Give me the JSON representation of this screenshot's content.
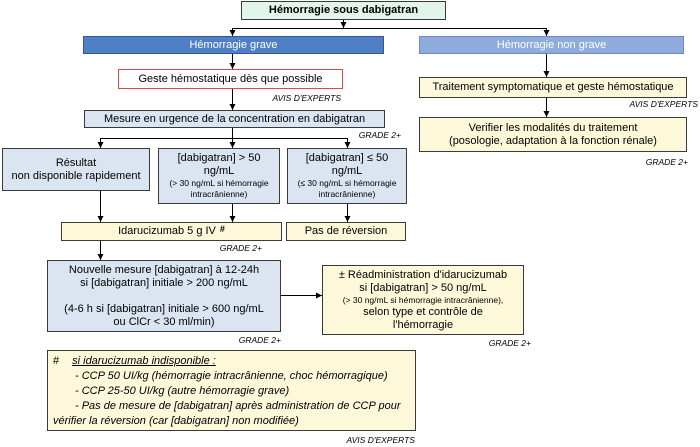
{
  "colors": {
    "root_bg": "#e2f5ec",
    "grave_bg": "#4f7fc4",
    "non_grave_bg": "#8eabdc",
    "measure_bg": "#dbe5f2",
    "action_bg": "#fdf8da",
    "alert_border": "#e04848"
  },
  "nodes": {
    "root": {
      "text": "Hémorragie sous dabigatran"
    },
    "grave": {
      "text": "Hémorragie grave"
    },
    "non_grave": {
      "text": "Hémorragie non grave"
    },
    "geste": {
      "text": "Geste hémostatique dès que possible"
    },
    "mesure": {
      "text": "Mesure en urgence de la concentration en dabigatran"
    },
    "non_disponible": {
      "lines": [
        "Résultat",
        "non disponible rapidement"
      ]
    },
    "superieur_50": {
      "lines": [
        "[dabigatran] > 50",
        "ng/mL"
      ],
      "note": [
        "(> 30 ng/mL si hémorragie",
        "intracrânienne)"
      ]
    },
    "inferieur_50": {
      "lines": [
        "[dabigatran] ≤ 50",
        "ng/mL"
      ],
      "note": [
        "(≤ 30 ng/mL si hémorragie",
        "intracrânienne)"
      ]
    },
    "idarucizumab": {
      "text": "Idarucizumab 5 g IV",
      "mark": "#"
    },
    "pas_reversion": {
      "text": "Pas de réversion"
    },
    "nouvelle_mesure": {
      "lines": [
        "Nouvelle mesure [dabigatran] à 12-24h",
        "si [dabigatran] initiale > 200 ng/mL",
        "(4-6 h si [dabigatran] initiale > 600 ng/mL",
        "ou ClCr < 30 ml/min)"
      ]
    },
    "readministration": {
      "lines": [
        "± Réadministration d'idarucizumab",
        "si [dabigatran] > 50 ng/mL"
      ],
      "note": "(> 30 ng/mL si hémorragie intracrânienne),",
      "lines_after": [
        "selon type et contrôle de",
        "l'hémorragie"
      ]
    },
    "traitement": {
      "text": "Traitement symptomatique et geste hémostatique"
    },
    "verifier": {
      "lines": [
        "Verifier les modalités du traitement",
        "(posologie, adaptation à la fonction rénale)"
      ]
    }
  },
  "evidence": {
    "geste": "AVIS D'EXPERTS",
    "mesure": "GRADE 2+",
    "idarucizumab": "GRADE 2+",
    "nouvelle_mesure": "GRADE 2+",
    "readministration": "GRADE 2+",
    "traitement": "AVIS D'EXPERTS",
    "verifier": "GRADE 2+",
    "footnote": "AVIS D'EXPERTS"
  },
  "footnote": {
    "mark": "#",
    "heading": "si idarucizumab indisponible :",
    "lines": [
      "- CCP 50 UI/kg (hémorragie intracrânienne, choc hémorragique)",
      "- CCP 25-50 UI/kg (autre hémorragie grave)",
      "- Pas de mesure de [dabigatran] après administration de CCP pour",
      "vérifier la réversion (car [dabigatran] non modifiée)"
    ]
  }
}
